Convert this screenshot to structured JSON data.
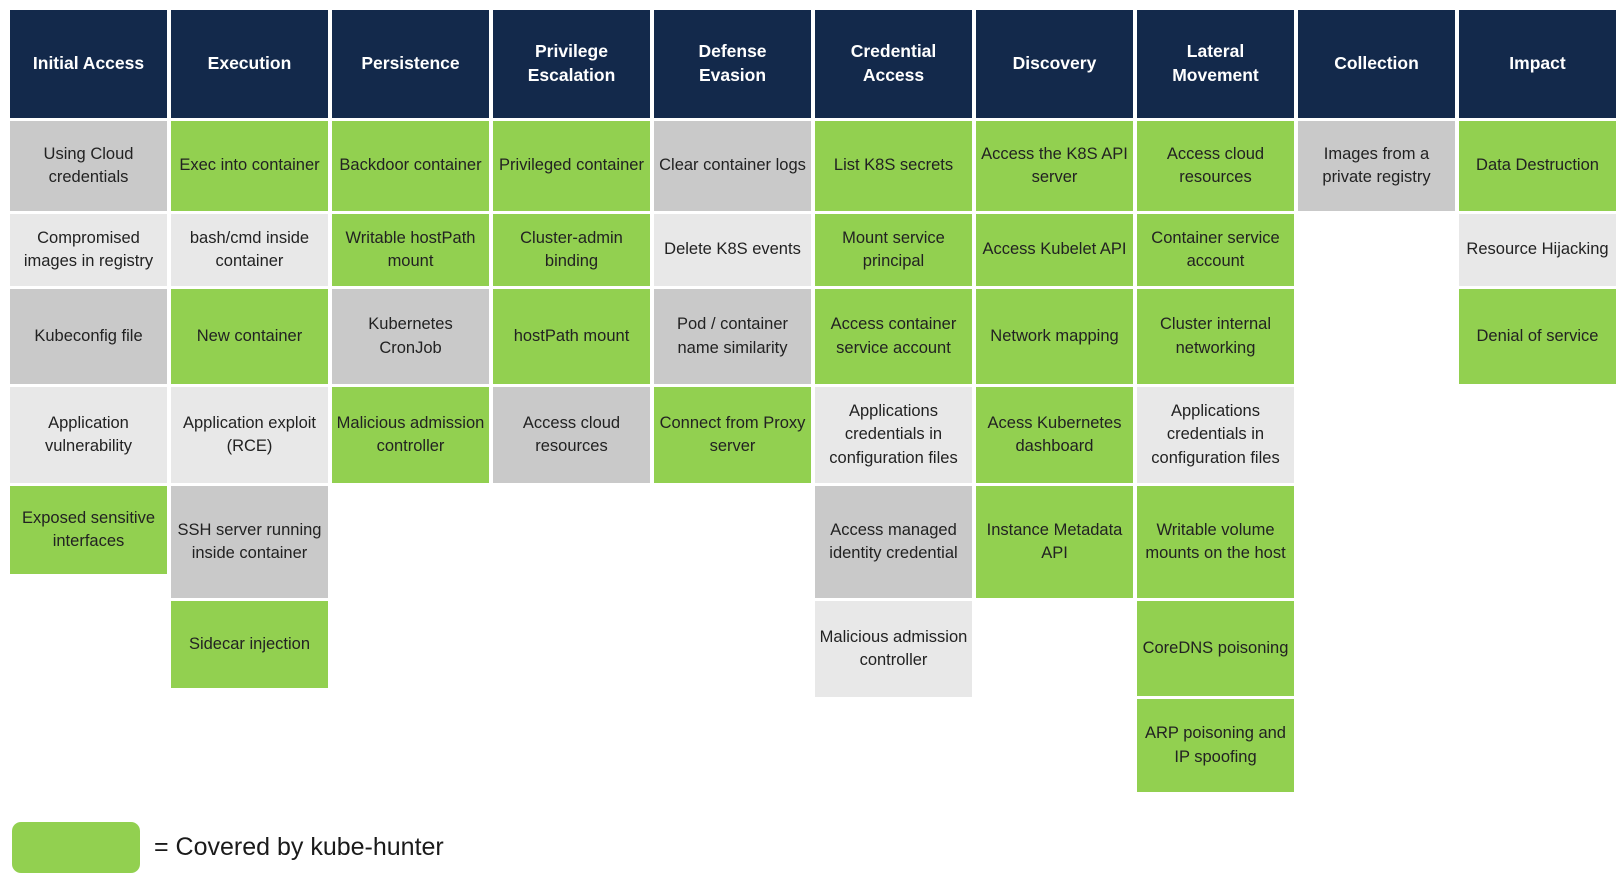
{
  "colors": {
    "header_bg": "#13294B",
    "header_text": "#FFFFFF",
    "green": "#92D050",
    "gray_dark": "#C9C9C9",
    "gray_light": "#E8E8E8",
    "cell_text": "#222222",
    "page_bg": "#FFFFFF"
  },
  "legend": {
    "label": "= Covered by kube-hunter",
    "swatch_color": "#92D050"
  },
  "matrix": {
    "columns": [
      {
        "header": "Initial Access",
        "cells": [
          {
            "label": "Using Cloud credentials",
            "variant": "gray-dark",
            "covered": false
          },
          {
            "label": "Compromised images in registry",
            "variant": "gray-light",
            "covered": false
          },
          {
            "label": "Kubeconfig file",
            "variant": "gray-dark",
            "covered": false
          },
          {
            "label": "Application vulnerability",
            "variant": "gray-light",
            "covered": false
          },
          {
            "label": "Exposed sensitive interfaces",
            "variant": "green",
            "covered": true
          }
        ]
      },
      {
        "header": "Execution",
        "cells": [
          {
            "label": "Exec into container",
            "variant": "green",
            "covered": true
          },
          {
            "label": "bash/cmd inside container",
            "variant": "gray-light",
            "covered": false
          },
          {
            "label": "New container",
            "variant": "green",
            "covered": true
          },
          {
            "label": "Application exploit (RCE)",
            "variant": "gray-light",
            "covered": false
          },
          {
            "label": "SSH server running inside container",
            "variant": "gray-dark",
            "covered": false
          },
          {
            "label": "Sidecar injection",
            "variant": "green",
            "covered": true
          }
        ]
      },
      {
        "header": "Persistence",
        "cells": [
          {
            "label": "Backdoor container",
            "variant": "green",
            "covered": true
          },
          {
            "label": "Writable hostPath mount",
            "variant": "green",
            "covered": true
          },
          {
            "label": "Kubernetes CronJob",
            "variant": "gray-dark",
            "covered": false
          },
          {
            "label": "Malicious admission controller",
            "variant": "green",
            "covered": true
          }
        ]
      },
      {
        "header": "Privilege\nEscalation",
        "cells": [
          {
            "label": "Privileged container",
            "variant": "green",
            "covered": true
          },
          {
            "label": "Cluster-admin binding",
            "variant": "green",
            "covered": true
          },
          {
            "label": "hostPath mount",
            "variant": "green",
            "covered": true
          },
          {
            "label": "Access cloud resources",
            "variant": "gray-dark",
            "covered": false
          }
        ]
      },
      {
        "header": "Defense\nEvasion",
        "cells": [
          {
            "label": "Clear container logs",
            "variant": "gray-dark",
            "covered": false
          },
          {
            "label": "Delete K8S events",
            "variant": "gray-light",
            "covered": false
          },
          {
            "label": "Pod / container name similarity",
            "variant": "gray-dark",
            "covered": false
          },
          {
            "label": "Connect from Proxy server",
            "variant": "green",
            "covered": true
          }
        ]
      },
      {
        "header": "Credential\nAccess",
        "cells": [
          {
            "label": "List K8S secrets",
            "variant": "green",
            "covered": true
          },
          {
            "label": "Mount service principal",
            "variant": "green",
            "covered": true
          },
          {
            "label": "Access container service account",
            "variant": "green",
            "covered": true
          },
          {
            "label": "Applications credentials in configuration files",
            "variant": "gray-light",
            "covered": false
          },
          {
            "label": "Access managed identity credential",
            "variant": "gray-dark",
            "covered": false
          },
          {
            "label": "Malicious admission controller",
            "variant": "gray-light",
            "covered": false
          }
        ]
      },
      {
        "header": "Discovery",
        "cells": [
          {
            "label": "Access the K8S API server",
            "variant": "green",
            "covered": true
          },
          {
            "label": "Access Kubelet API",
            "variant": "green",
            "covered": true
          },
          {
            "label": "Network mapping",
            "variant": "green",
            "covered": true
          },
          {
            "label": "Acess Kubernetes dashboard",
            "variant": "green",
            "covered": true
          },
          {
            "label": "Instance Metadata API",
            "variant": "green",
            "covered": true
          }
        ]
      },
      {
        "header": "Lateral\nMovement",
        "cells": [
          {
            "label": "Access cloud resources",
            "variant": "green",
            "covered": true
          },
          {
            "label": "Container service account",
            "variant": "green",
            "covered": true
          },
          {
            "label": "Cluster internal networking",
            "variant": "green",
            "covered": true
          },
          {
            "label": "Applications credentials in configuration files",
            "variant": "gray-light",
            "covered": false
          },
          {
            "label": "Writable volume mounts on the host",
            "variant": "green",
            "covered": true
          },
          {
            "label": "CoreDNS poisoning",
            "variant": "green",
            "covered": true
          },
          {
            "label": "ARP poisoning and IP spoofing",
            "variant": "green",
            "covered": true
          }
        ]
      },
      {
        "header": "Collection",
        "cells": [
          {
            "label": "Images from a private registry",
            "variant": "gray-dark",
            "covered": false
          }
        ]
      },
      {
        "header": "Impact",
        "cells": [
          {
            "label": "Data Destruction",
            "variant": "green",
            "covered": true
          },
          {
            "label": "Resource Hijacking",
            "variant": "gray-light",
            "covered": false
          },
          {
            "label": "Denial of service",
            "variant": "green",
            "covered": true
          }
        ]
      }
    ]
  }
}
